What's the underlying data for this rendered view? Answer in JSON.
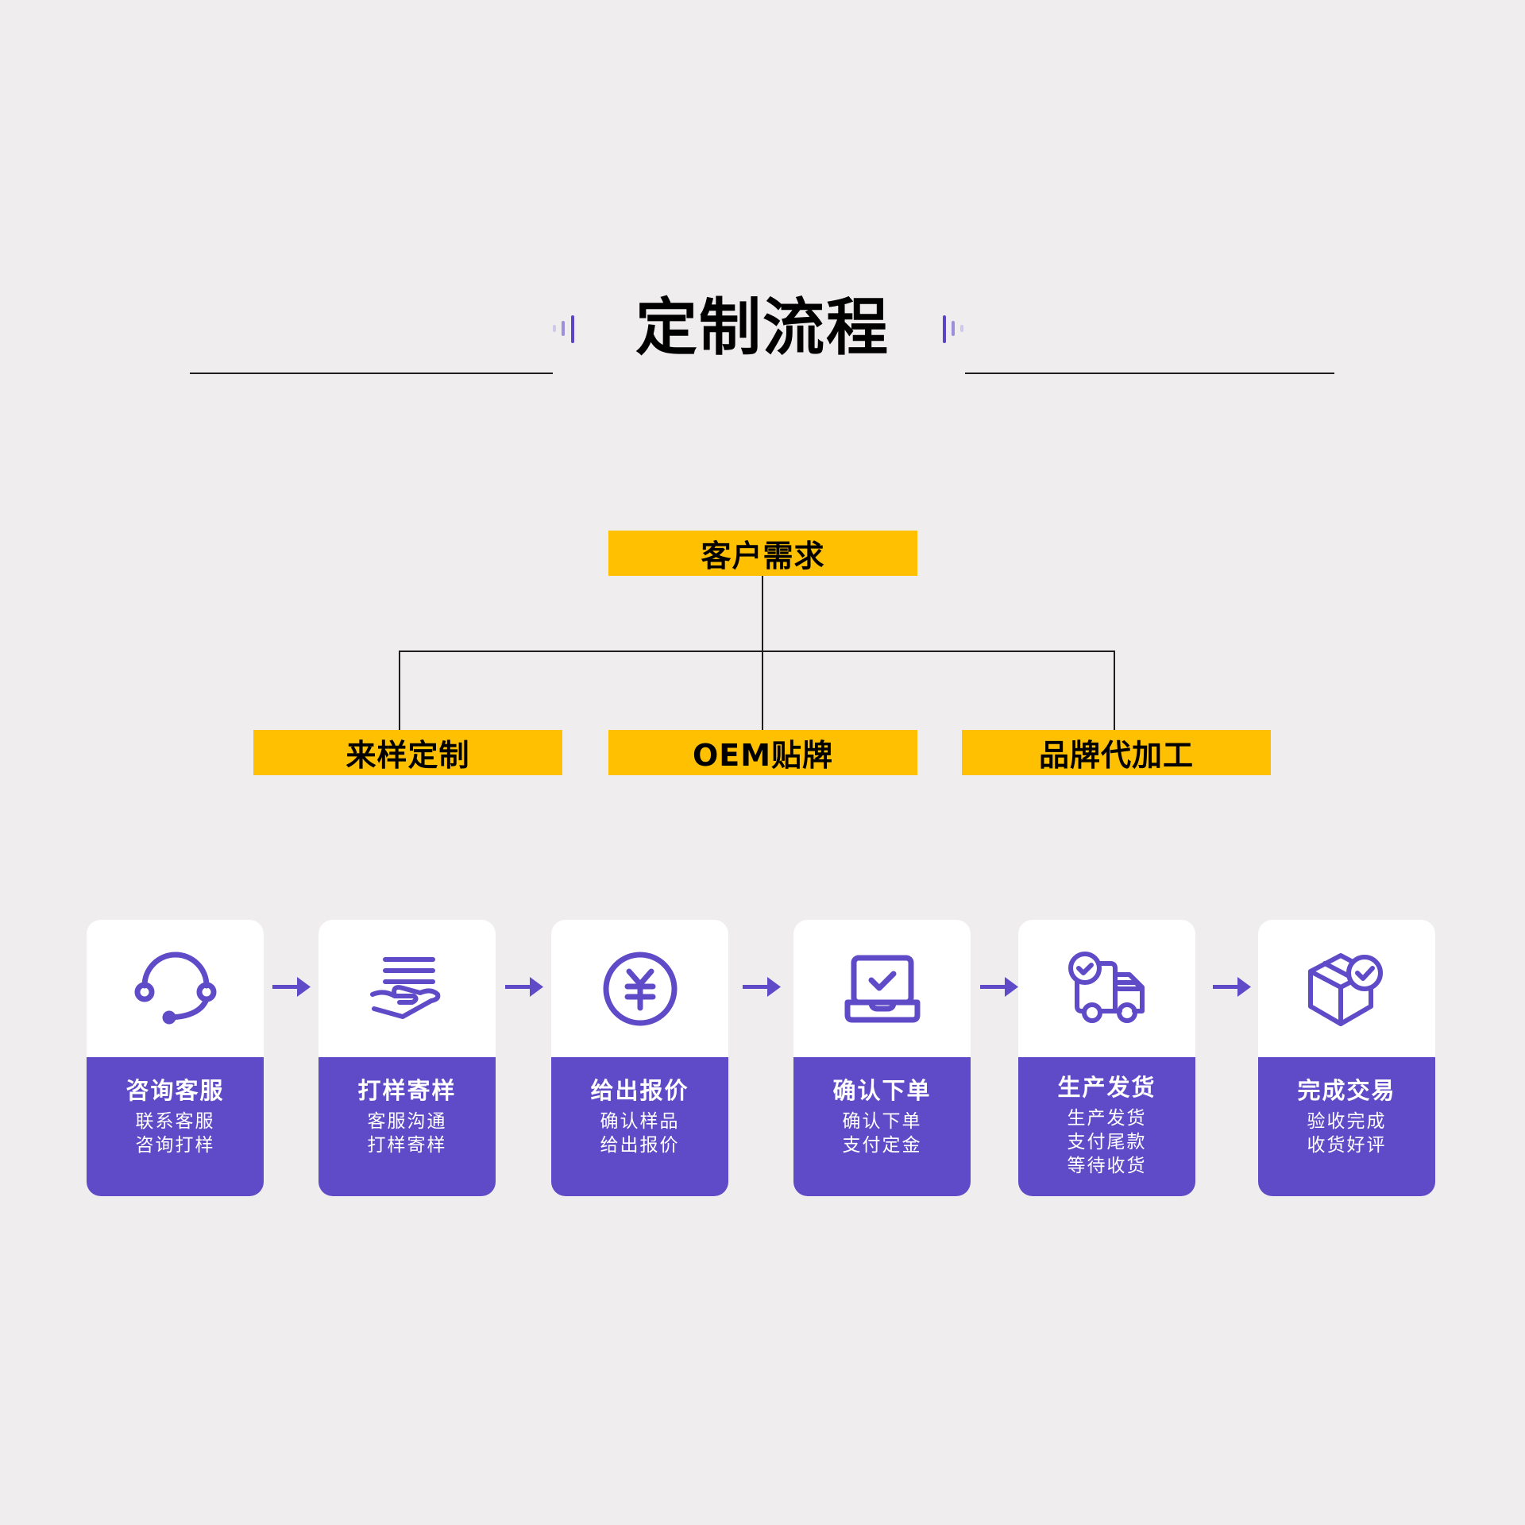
{
  "header": {
    "title": "定制流程"
  },
  "colors": {
    "background": "#efedee",
    "accent_purple": "#5f4bc7",
    "box_yellow": "#fec000",
    "line": "#1e1e1e"
  },
  "org_chart": {
    "root": "客户需求",
    "children": [
      "来样定制",
      "OEM贴牌",
      "品牌代加工"
    ]
  },
  "steps": [
    {
      "icon": "headset-icon",
      "title": "咨询客服",
      "lines": [
        "联系客服",
        "咨询打样"
      ]
    },
    {
      "icon": "hand-document-icon",
      "title": "打样寄样",
      "lines": [
        "客服沟通",
        "打样寄样"
      ]
    },
    {
      "icon": "yuan-coin-icon",
      "title": "给出报价",
      "lines": [
        "确认样品",
        "给出报价"
      ]
    },
    {
      "icon": "laptop-check-icon",
      "title": "确认下单",
      "lines": [
        "确认下单",
        "支付定金"
      ]
    },
    {
      "icon": "truck-check-icon",
      "title": "生产发货",
      "lines": [
        "生产发货",
        "支付尾款",
        "等待收货"
      ]
    },
    {
      "icon": "box-check-icon",
      "title": "完成交易",
      "lines": [
        "验收完成",
        "收货好评"
      ]
    }
  ]
}
